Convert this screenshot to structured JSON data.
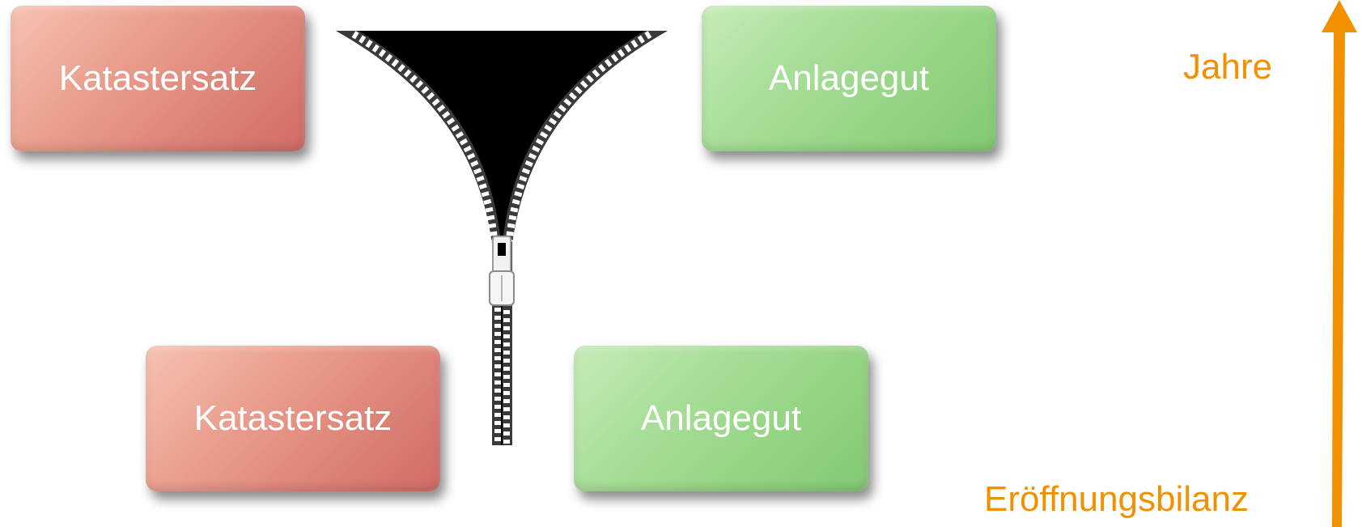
{
  "boxes": {
    "top_left": "Katastersatz",
    "top_right": "Anlagegut",
    "bottom_left": "Katastersatz",
    "bottom_right": "Anlagegut"
  },
  "labels": {
    "years": "Jahre",
    "opening_balance": "Eröffnungsbilanz"
  },
  "colors": {
    "red_box": "#da7e74",
    "green_box": "#90d17f",
    "accent": "#f29100",
    "zipper": "#000000"
  },
  "icons": [
    "zipper-icon",
    "up-arrow-icon"
  ]
}
